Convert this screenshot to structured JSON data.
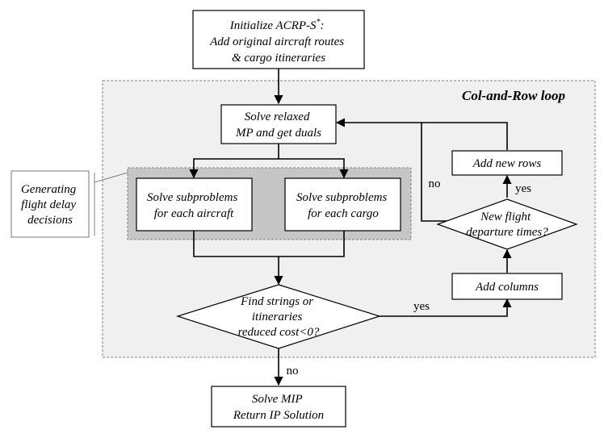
{
  "colors": {
    "loop_region_fill": "#f0f0f0",
    "loop_region_border": "#808080",
    "subproblem_group_fill": "#c6c6c6",
    "side_note_border": "#8f8f8f",
    "node_fill": "#ffffff",
    "stroke": "#000000"
  },
  "loop": {
    "title": "Col-and-Row loop"
  },
  "nodes": {
    "init": {
      "lines": [
        "Initialize ACRP-S",
        "Add original aircraft routes",
        "& cargo itineraries"
      ],
      "superscript": "*",
      "suffix": ":"
    },
    "solve_relaxed": {
      "lines": [
        "Solve relaxed",
        "MP and get duals"
      ]
    },
    "sub_aircraft": {
      "lines": [
        "Solve subproblems",
        "for each aircraft"
      ]
    },
    "sub_cargo": {
      "lines": [
        "Solve subproblems",
        "for each cargo"
      ]
    },
    "find_strings": {
      "lines": [
        "Find strings or",
        "itineraries",
        "reduced cost<0?"
      ]
    },
    "add_columns": {
      "lines": [
        "Add columns"
      ]
    },
    "new_flight": {
      "lines": [
        "New flight",
        "departure times?"
      ]
    },
    "add_rows": {
      "lines": [
        "Add new rows"
      ]
    },
    "solve_mip": {
      "lines": [
        "Solve MIP",
        "Return IP Solution"
      ]
    }
  },
  "side_note": {
    "lines": [
      "Generating",
      "flight delay",
      "decisions"
    ]
  },
  "edge_labels": {
    "find_yes": "yes",
    "find_no": "no",
    "flight_yes": "yes",
    "flight_no": "no"
  }
}
